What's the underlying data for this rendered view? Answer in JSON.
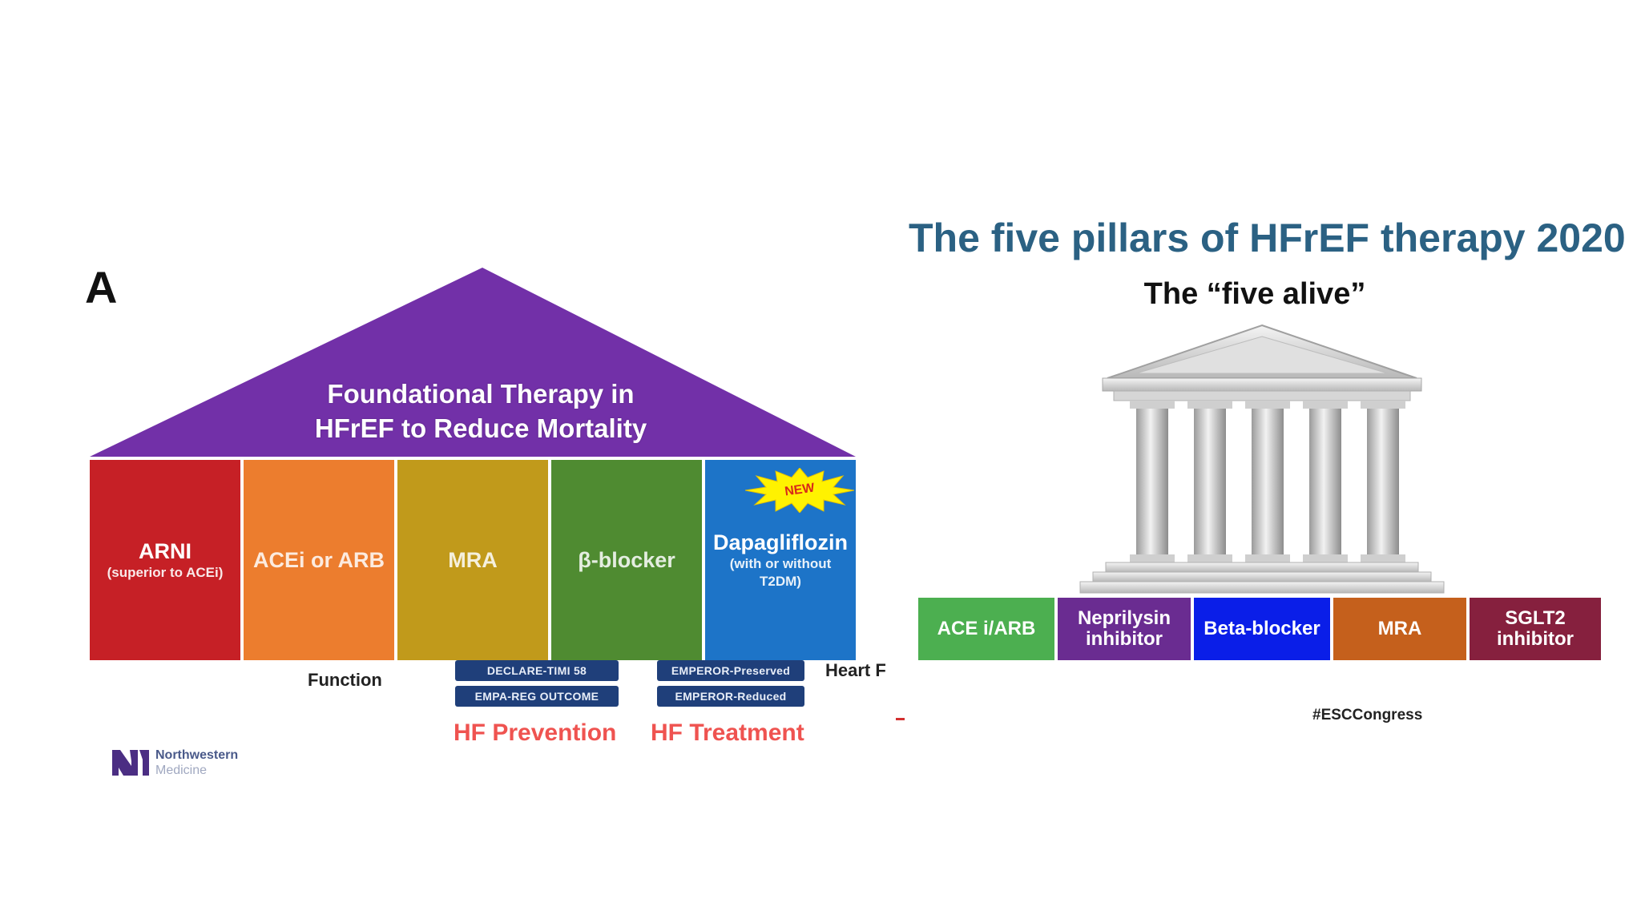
{
  "left_panel": {
    "letter": "A",
    "roof": {
      "line_1": "Foundational Therapy in",
      "line_2": "HFrEF to Reduce Mortality",
      "color": "#7230a8"
    },
    "pillars": [
      {
        "label": "ARNI",
        "sub": "(superior to ACEi)",
        "color": "#c62026"
      },
      {
        "label": "ACEi or ARB",
        "sub": "",
        "color": "#ec7d2e"
      },
      {
        "label": "MRA",
        "sub": "",
        "color": "#c19a1b"
      },
      {
        "label": "β-blocker",
        "sub": "",
        "color": "#4f8b31"
      },
      {
        "label": "Dapagliflozin",
        "sub": "(with or without T2DM)",
        "color": "#1d74c8"
      }
    ],
    "new_badge": "NEW",
    "function_label": "Function",
    "heart_label": "Heart F",
    "trials": {
      "declare": "DECLARE-TIMI 58",
      "empa_reg": "EMPA-REG OUTCOME",
      "emperor_preserved": "EMPEROR-Preserved",
      "emperor_reduced": "EMPEROR-Reduced"
    },
    "hf_prevention": "HF Prevention",
    "hf_treatment": "HF Treatment",
    "logo": {
      "name": "Northwestern",
      "sub": "Medicine"
    }
  },
  "right_panel": {
    "title": "The five pillars of HFrEF therapy 2020",
    "subtitle": "The “five alive”",
    "bars": [
      {
        "label": "ACE i/ARB",
        "color": "#4caf50"
      },
      {
        "label": "Neprilysin inhibitor",
        "color": "#6a2c91"
      },
      {
        "label": "Beta-blocker",
        "color": "#0a1ee8"
      },
      {
        "label": "MRA",
        "color": "#c5601c"
      },
      {
        "label": "SGLT2 inhibitor",
        "color": "#86203e"
      }
    ],
    "hashtag": "#ESCCongress"
  }
}
